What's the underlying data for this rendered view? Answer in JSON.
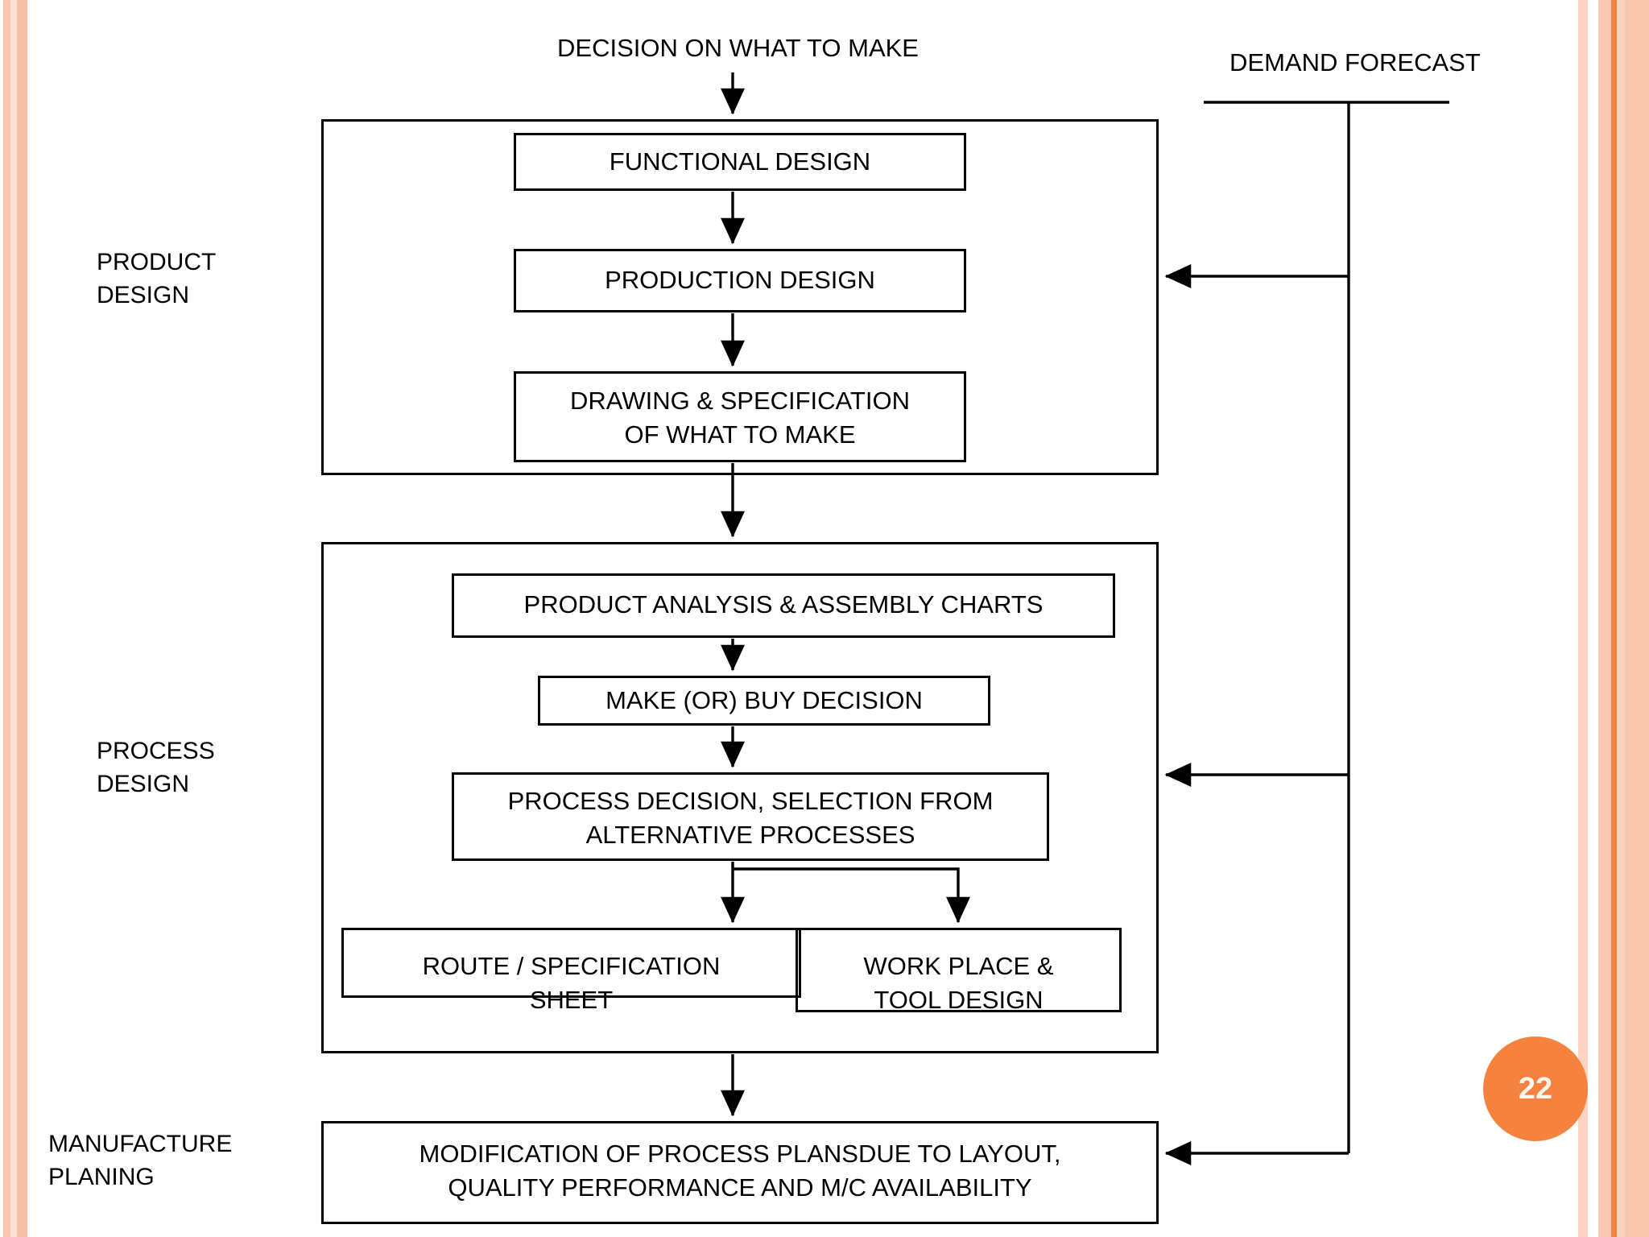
{
  "slide": {
    "page_number": "22",
    "accent_color": "#F5833F",
    "stripe_colors": [
      "#F9C9B2",
      "#FBD9C7",
      "#F7BFA6",
      "#F5833F",
      "#FAD1BD",
      "#F9C6AE"
    ],
    "line_color": "#000000",
    "background": "#FFFFFF"
  },
  "labels": {
    "decision_on_what_to_make": "DECISION ON WHAT TO MAKE",
    "demand_forecast": "DEMAND FORECAST",
    "product_design": "PRODUCT\nDESIGN",
    "process_design": "PROCESS\nDESIGN",
    "manufacture_planing": "MANUFACTURE\nPLANING"
  },
  "nodes": {
    "functional_design": "FUNCTIONAL DESIGN",
    "production_design": "PRODUCTION DESIGN",
    "drawing_specification": "DRAWING & SPECIFICATION\nOF WHAT TO MAKE",
    "product_analysis": "PRODUCT ANALYSIS & ASSEMBLY CHARTS",
    "make_or_buy": "MAKE (OR) BUY DECISION",
    "process_decision": "PROCESS DECISION, SELECTION FROM\nALTERNATIVE PROCESSES",
    "route_specification": "ROUTE / SPECIFICATION\nSHEET",
    "work_place_tool": "WORK PLACE &\nTOOL DESIGN",
    "modification_process_plans": "MODIFICATION OF PROCESS PLANSDUE TO LAYOUT,\nQUALITY PERFORMANCE AND M/C AVAILABILITY"
  }
}
